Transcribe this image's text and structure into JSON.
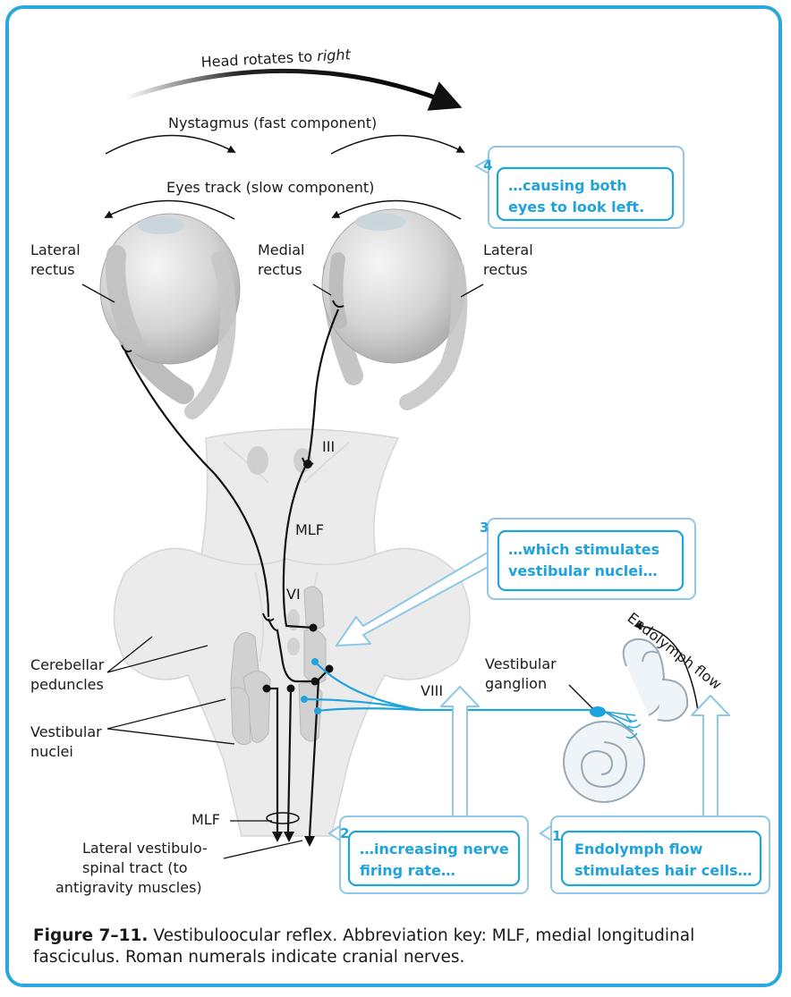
{
  "labels": {
    "head_rotates_prefix": "Head rotates to ",
    "head_rotates_emph": "right",
    "nystagmus": "Nystagmus (fast component)",
    "eyes_track": "Eyes track (slow component)",
    "lateral_rectus_left_1": "Lateral",
    "lateral_rectus_left_2": "rectus",
    "medial_rectus_1": "Medial",
    "medial_rectus_2": "rectus",
    "lateral_rectus_right_1": "Lateral",
    "lateral_rectus_right_2": "rectus",
    "nerve_iii": "III",
    "nerve_vi": "VI",
    "nerve_viii": "VIII",
    "mlf_upper": "MLF",
    "mlf_lower": "MLF",
    "cerebellar_1": "Cerebellar",
    "cerebellar_2": "peduncles",
    "vestibular_nuclei_1": "Vestibular",
    "vestibular_nuclei_2": "nuclei",
    "vestibular_ganglion_1": "Vestibular",
    "vestibular_ganglion_2": "ganglion",
    "endolymph_flow": "Endolymph flow",
    "lvst_1": "Lateral vestibulo-",
    "lvst_2": "spinal tract (to",
    "lvst_3": "antigravity muscles)"
  },
  "steps": [
    {
      "num": "1",
      "line1": "Endolymph flow",
      "line2": "stimulates hair cells…"
    },
    {
      "num": "2",
      "line1": "…increasing nerve",
      "line2": "firing rate…"
    },
    {
      "num": "3",
      "line1": "…which stimulates",
      "line2": "vestibular nuclei…"
    },
    {
      "num": "4",
      "line1": "…causing both",
      "line2": "eyes to look left."
    }
  ],
  "caption": {
    "figure_label": "Figure 7–11.",
    "text": "Vestibuloocular reflex. Abbreviation key: MLF, medial longitudinal fasciculus. Roman numerals indicate cranial nerves."
  },
  "colors": {
    "accent": "#1fa3dc",
    "frame": "#2aa7dd",
    "brainstem": "#e9e9e9",
    "neuron": "#111111"
  }
}
